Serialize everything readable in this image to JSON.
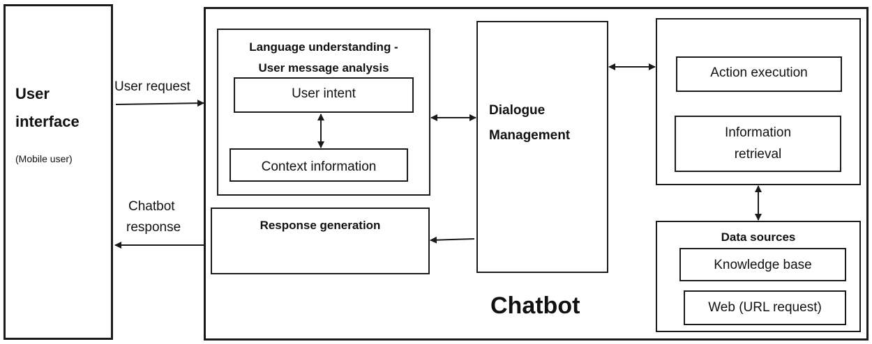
{
  "user_interface": {
    "title_line1": "User",
    "title_line2": "interface",
    "subtitle": "(Mobile user)"
  },
  "flows": {
    "user_request": "User request",
    "chatbot_response_line1": "Chatbot",
    "chatbot_response_line2": "response"
  },
  "chatbot": {
    "title": "Chatbot",
    "language_understanding": {
      "title_line1": "Language understanding -",
      "title_line2": "User message analysis",
      "user_intent": "User intent",
      "context_information": "Context information"
    },
    "response_generation": "Response generation",
    "dialogue_management": {
      "line1": "Dialogue",
      "line2": "Management"
    },
    "actions": {
      "action_execution": "Action execution",
      "information_retrieval_line1": "Information",
      "information_retrieval_line2": "retrieval"
    },
    "data_sources": {
      "title": "Data sources",
      "knowledge_base": "Knowledge base",
      "web": "Web (URL request)"
    }
  }
}
